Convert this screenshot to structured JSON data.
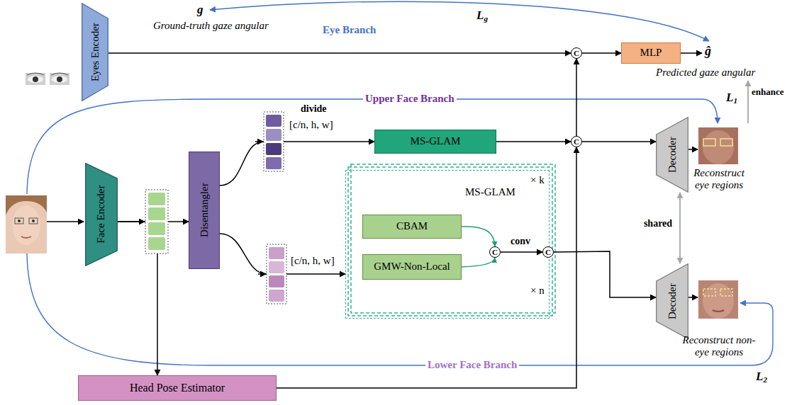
{
  "diagram": {
    "nodes": [
      {
        "text": [
          "Eyes Encoder"
        ]
      },
      {
        "text": [
          "C"
        ]
      },
      {
        "text": [
          "MLP"
        ]
      },
      {
        "text": [
          "Face Encoder"
        ]
      },
      {
        "text": [
          "Disentangler"
        ]
      },
      {
        "text": [
          "MS-GLAM"
        ]
      },
      {
        "text": [
          "C"
        ]
      },
      {
        "text": [
          "Decoder"
        ]
      },
      {
        "text": [
          "MS-GLAM"
        ]
      },
      {
        "text": [
          "CBAM"
        ],
        "in": 8
      },
      {
        "text": [
          "GMW-Non-Local"
        ],
        "in": 8
      },
      {
        "text": [
          "C"
        ],
        "in": 8
      },
      {
        "text": [
          "C"
        ],
        "in": 8
      },
      {
        "text": [
          "Decoder"
        ]
      },
      {
        "text": [
          "Head Pose Estimator"
        ]
      }
    ],
    "edges": [
      {
        "from": 0,
        "to": 1,
        "arrow": "to"
      },
      {
        "from": 1,
        "to": 2,
        "arrow": "to"
      },
      {
        "from": 3,
        "to": 4,
        "arrow": "to"
      },
      {
        "from": 3,
        "to": 14,
        "arrow": "to"
      },
      {
        "from": 4,
        "to": 5,
        "arrow": "to"
      },
      {
        "from": 4,
        "to": 8,
        "arrow": "to"
      },
      {
        "from": 5,
        "to": 6,
        "arrow": "to"
      },
      {
        "from": 6,
        "to": 1,
        "arrow": "to"
      },
      {
        "from": 6,
        "to": 7,
        "arrow": "to"
      },
      {
        "from": 14,
        "to": 6,
        "arrow": "to"
      },
      {
        "from": 9,
        "to": 11,
        "arrow": "to"
      },
      {
        "from": 10,
        "to": 11,
        "arrow": "to"
      },
      {
        "from": 11,
        "to": 12,
        "label": "conv",
        "arrow": "to"
      },
      {
        "from": 12,
        "to": 13,
        "arrow": "to"
      },
      {
        "from": 7,
        "to": 13,
        "label": "shared",
        "arrow": "both"
      }
    ],
    "labels": [
      "g",
      "Ground-truth gaze angular",
      "Lg",
      "Eye Branch",
      "ĝ",
      "Predicted gaze angular",
      "L1",
      "enhance",
      "Upper Face Branch",
      "divide",
      "[c/n, h, w]",
      "× k",
      "[c/n, h, w]",
      "× n",
      "Reconstruct eye regions",
      "Reconstruct non-eye regions",
      "Lower Face Branch",
      "L2"
    ]
  }
}
